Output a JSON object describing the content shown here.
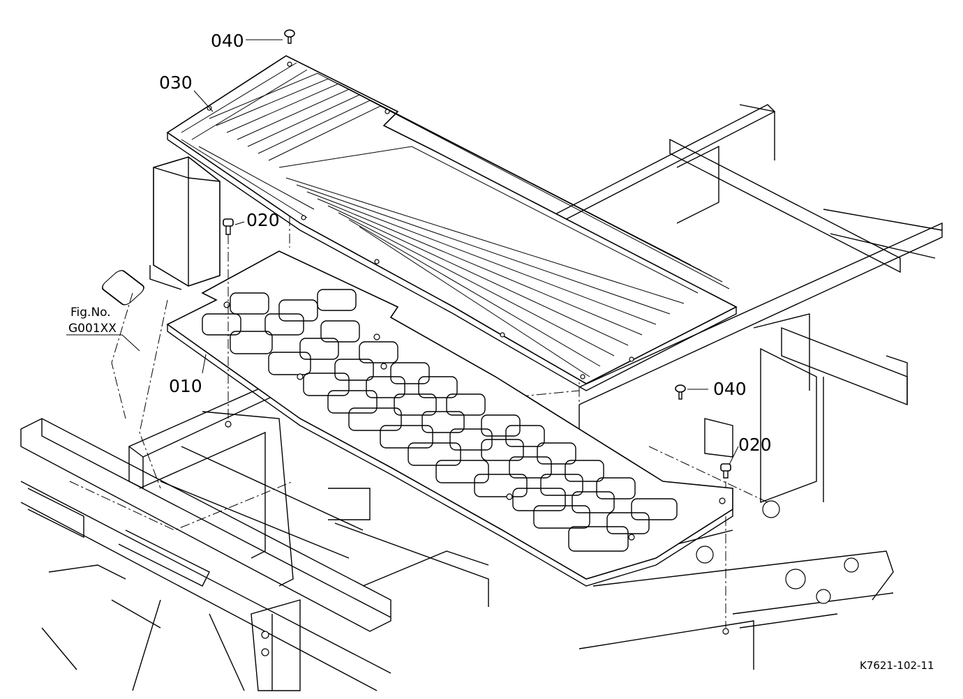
{
  "labels": {
    "part_030": "030",
    "part_040_top": "040",
    "part_020_left": "020",
    "part_010": "010",
    "part_040_right": "040",
    "part_020_right": "020",
    "fig_no_line1": "Fig.No.",
    "fig_no_line2": "G001XX",
    "drawing_code": "K7621-102-11"
  },
  "colors": {
    "line": "#000000",
    "background": "#ffffff"
  }
}
